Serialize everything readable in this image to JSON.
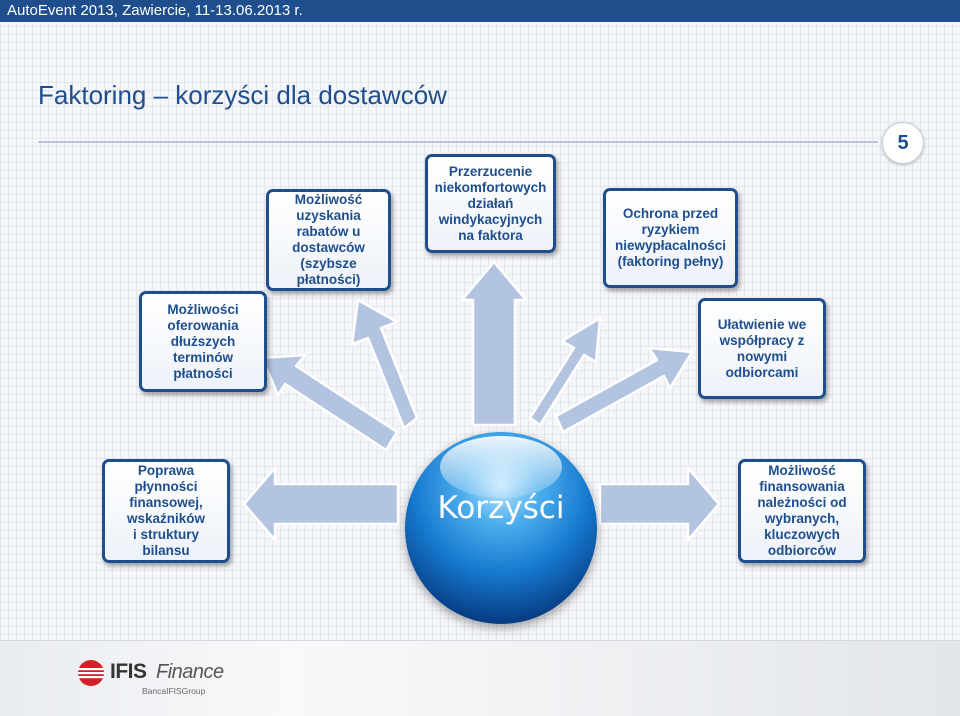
{
  "header": {
    "event_text": "AutoEvent 2013,  Zawiercie, 11-13.06.2013 r."
  },
  "slide": {
    "title": "Faktoring – korzyści dla dostawców",
    "page_number": "5"
  },
  "diagram": {
    "center_label": "Korzyści",
    "benefits": [
      {
        "id": "rabaty",
        "lines": [
          "Możliwość",
          "uzyskania",
          "rabatów u",
          "dostawców",
          "(szybsze",
          "płatności)"
        ]
      },
      {
        "id": "windykacja",
        "lines": [
          "Przerzucenie",
          "niekomfortowych",
          "działań",
          "windykacyjnych",
          "na faktora"
        ]
      },
      {
        "id": "ochrona",
        "lines": [
          "Ochrona przed",
          "ryzykiem",
          "niewypłacalności",
          "(faktoring pełny)"
        ]
      },
      {
        "id": "terminy",
        "lines": [
          "Możliwości",
          "oferowania",
          "dłuższych",
          "terminów",
          "płatności"
        ]
      },
      {
        "id": "odbiorcy",
        "lines": [
          "Ułatwienie we",
          "współpracy z",
          "nowymi",
          "odbiorcami"
        ]
      },
      {
        "id": "plynnosc",
        "lines": [
          "Poprawa",
          "płynności",
          "finansowej,",
          "wskaźników",
          "i struktury",
          "bilansu"
        ]
      },
      {
        "id": "finansowanie",
        "lines": [
          "Możliwość",
          "finansowania",
          "należności od",
          "wybranych,",
          "kluczowych",
          "odbiorców"
        ]
      }
    ]
  },
  "footer": {
    "logo_text_bold": "IFIS",
    "logo_text_italic": "Finance",
    "logo_sub": "BancaIFISGroup"
  },
  "colors": {
    "brand_blue": "#1f4e8c",
    "arrow_fill": "#b3c4e0",
    "logo_red": "#d32027"
  }
}
